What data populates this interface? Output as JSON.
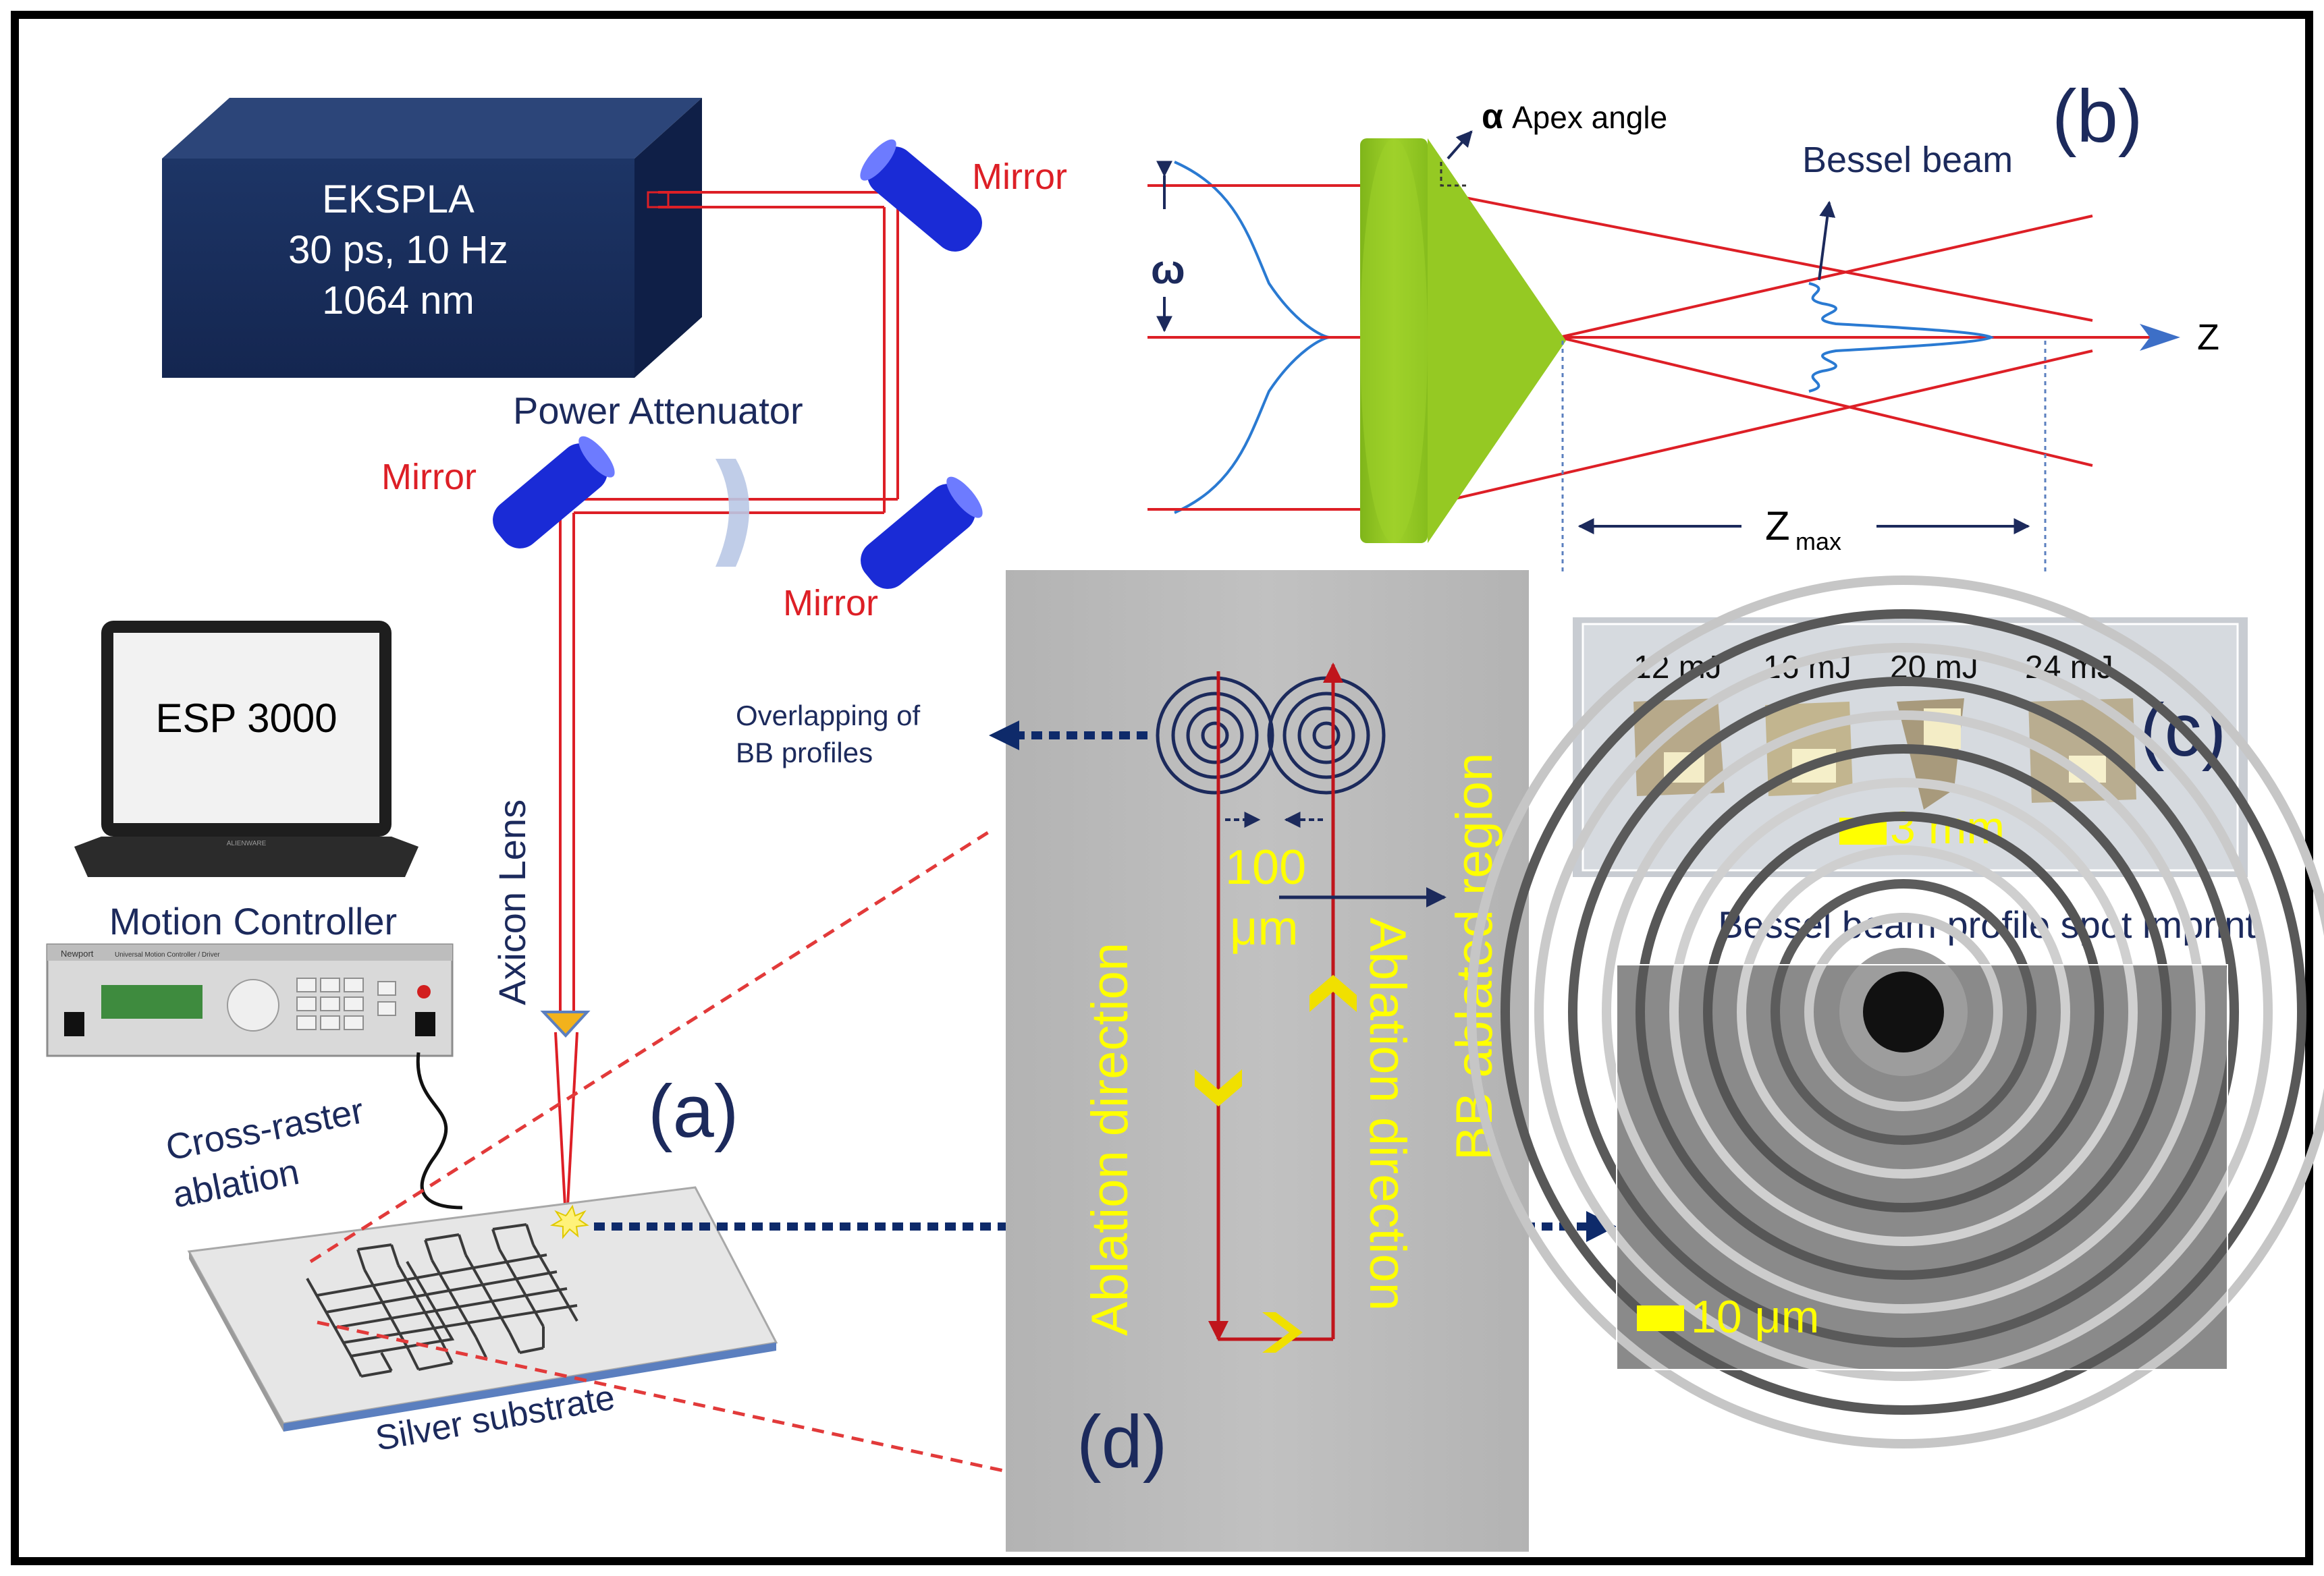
{
  "laser": {
    "name": "EKSPLA",
    "pulse": "30 ps, 10 Hz",
    "wavelength": "1064 nm"
  },
  "labels": {
    "mirror_top": "Mirror",
    "mirror_left": "Mirror",
    "mirror_bottom": "Mirror",
    "power_attenuator": "Power Attenuator",
    "axicon_lens": "Axicon Lens",
    "laptop_screen": "ESP 3000",
    "laptop_brand": "ALIENWARE",
    "motion_controller": "Motion Controller",
    "controller_brand": "Newport",
    "controller_model": "Universal Motion Controller / Driver",
    "cross_raster_1": "Cross-raster",
    "cross_raster_2": "ablation",
    "silver_substrate": "Silver substrate"
  },
  "panels": {
    "a": "(a)",
    "b": "(b)",
    "c": "(c)",
    "d": "(d)"
  },
  "bessel": {
    "apex_symbol": "α",
    "apex_text": "Apex angle",
    "bessel_beam": "Bessel beam",
    "omega": "ω",
    "z_axis": "Z",
    "zmax_main": "Z",
    "zmax_sub": "max"
  },
  "detail": {
    "overlap_1": "Overlapping of",
    "overlap_2": "BB profiles",
    "step_value": "100",
    "step_unit": "μm",
    "ablation_left": "Ablation direction",
    "ablation_right": "Ablation direction",
    "ablated_region": "BB ablated region"
  },
  "samples": {
    "energies": [
      "12 mJ",
      "16 mJ",
      "20 mJ",
      "24 mJ"
    ],
    "scale": "3 mm"
  },
  "sem": {
    "title": "Bessel beam profile spot imprint",
    "scale": "10 μm"
  },
  "colors": {
    "navy": "#1c2a5c",
    "beam_red": "#dd1f26",
    "mirror_blue": "#1a2bd6",
    "axicon_green": "#8fc21f",
    "highlight_yellow": "#ffff00",
    "dotted_arrow": "#0e2a6a",
    "detail_panel": "#b9b9b9"
  }
}
